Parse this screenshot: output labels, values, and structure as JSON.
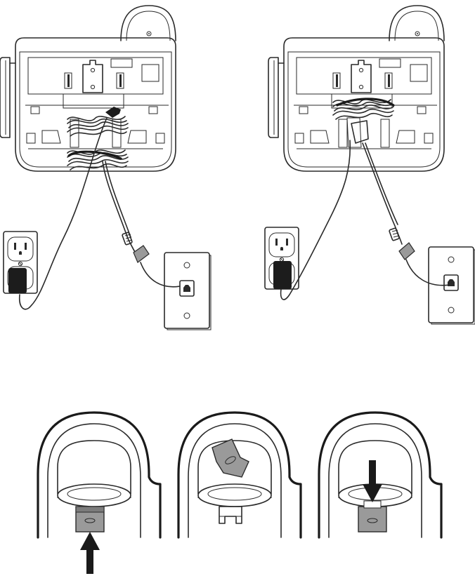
{
  "figure": {
    "panels": [
      {
        "id": "phone-wall-setup-left",
        "description_visible": false
      },
      {
        "id": "phone-wall-setup-right",
        "description_visible": false
      }
    ],
    "tab_steps": [
      {
        "id": "tab-step-remove",
        "arrow": "up"
      },
      {
        "id": "tab-step-rotate",
        "arrow": "none"
      },
      {
        "id": "tab-step-insert",
        "arrow": "down"
      }
    ],
    "colors": {
      "line": "#2a2a2a",
      "tab_fill": "#9a9a9a",
      "adapter_fill": "#1c1c1c",
      "plate_fill": "#ffffff"
    }
  }
}
